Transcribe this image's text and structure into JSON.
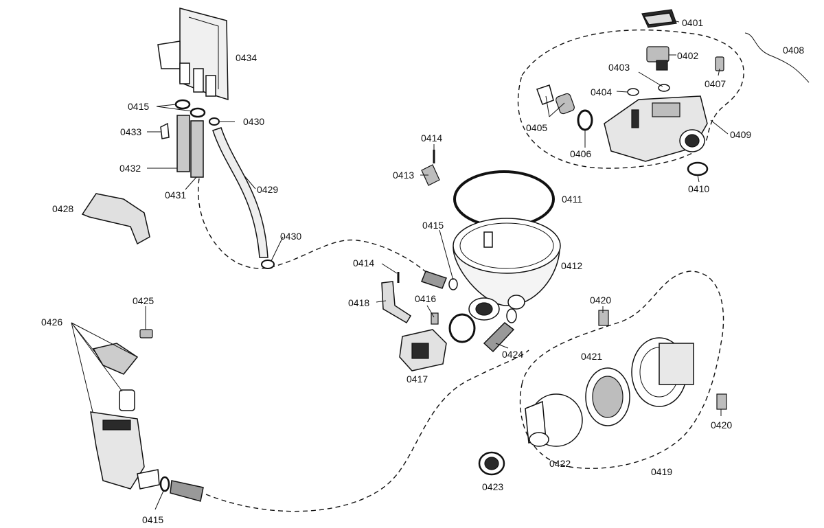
{
  "labels": {
    "p0401": "0401",
    "p0402": "0402",
    "p0403": "0403",
    "p0404": "0404",
    "p0405": "0405",
    "p0406": "0406",
    "p0407": "0407",
    "p0408": "0408",
    "p0409": "0409",
    "p0410": "0410",
    "p0411": "0411",
    "p0412": "0412",
    "p0413": "0413",
    "p0414a": "0414",
    "p0414b": "0414",
    "p0415a": "0415",
    "p0415b": "0415",
    "p0415c": "0415",
    "p0416": "0416",
    "p0417": "0417",
    "p0418": "0418",
    "p0419": "0419",
    "p0420a": "0420",
    "p0420b": "0420",
    "p0421": "0421",
    "p0422": "0422",
    "p0423": "0423",
    "p0424": "0424",
    "p0425": "0425",
    "p0426": "0426",
    "p0428": "0428",
    "p0429": "0429",
    "p0430a": "0430",
    "p0430b": "0430",
    "p0431": "0431",
    "p0432": "0432",
    "p0433": "0433",
    "p0434": "0434"
  }
}
